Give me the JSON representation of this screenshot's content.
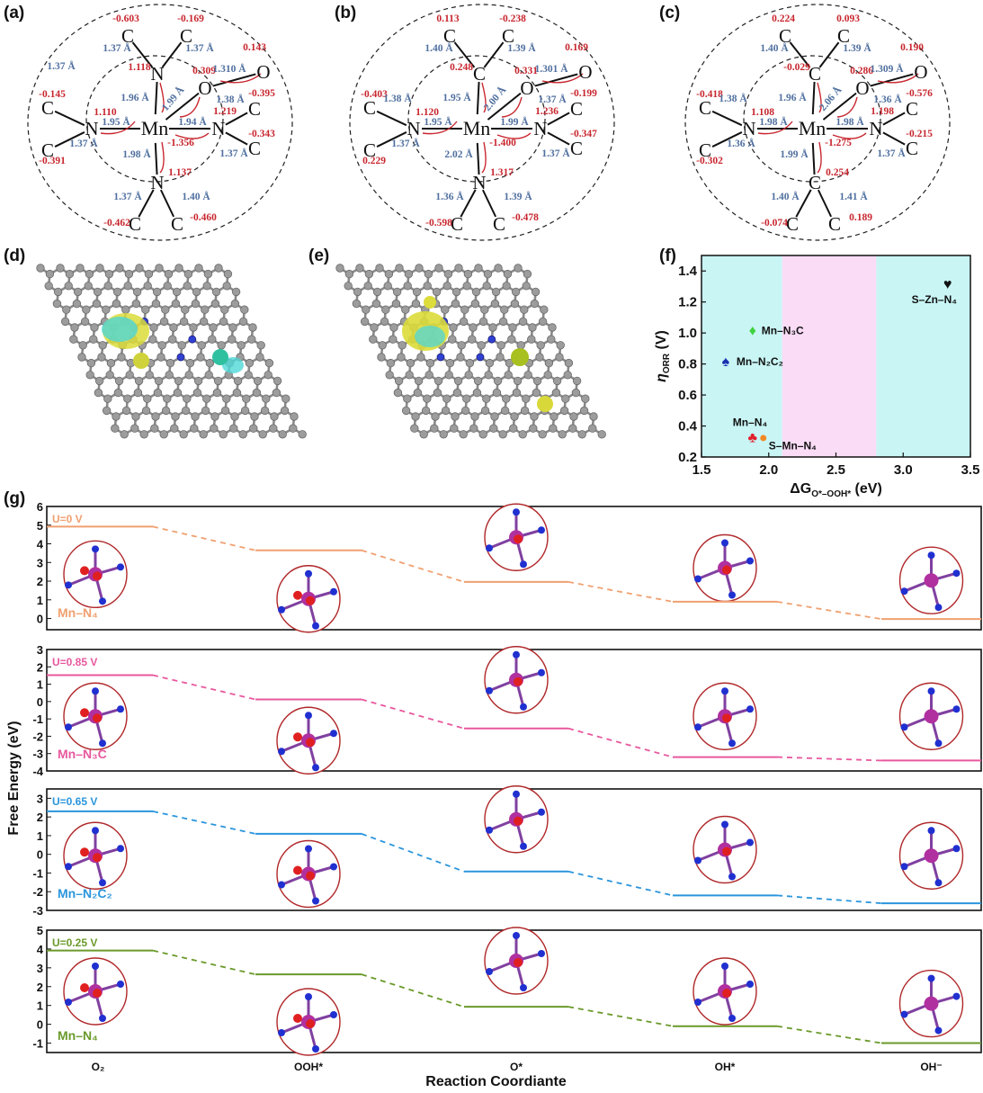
{
  "panel_labels": {
    "a": "(a)",
    "b": "(b)",
    "c": "(c)",
    "d": "(d)",
    "e": "(e)",
    "f": "(f)",
    "g": "(g)"
  },
  "molecules": [
    {
      "id": "a",
      "atoms": {
        "Mn": "Mn",
        "top": "N",
        "left": "N",
        "right": "N",
        "bottom": "N",
        "C_tl": "C",
        "C_tr": "C",
        "C_lu": "C",
        "C_ld": "C",
        "C_ru": "C",
        "C_rd": "C",
        "C_bl": "C",
        "C_br": "C",
        "O1": "O",
        "O2": "O"
      },
      "charges": {
        "c_tl": "-0.603",
        "c_tr": "-0.169",
        "o2": "0.143",
        "top": "1.118",
        "o1": "0.309",
        "c_lu": "-0.145",
        "left": "1.110",
        "right": "1.219",
        "c_ru": "-0.395",
        "c_rd": "-0.343",
        "mn": "-1.356",
        "c_ld": "-0.391",
        "bottom": "1.137",
        "c_bl": "-0.462",
        "c_br": "-0.460"
      },
      "bonds": {
        "b_tl": "1.37 Å",
        "b_tr": "1.37 Å",
        "b_extra": "1.37 Å",
        "b_oo": "1.310 Å",
        "b_top": "1.96 Å",
        "b_mo": "1.99 Å",
        "b_ru": "1.38 Å",
        "b_left": "1.95 Å",
        "b_right": "1.94 Å",
        "b_ld": "1.37 Å",
        "b_bottom": "1.98 Å",
        "b_rd": "1.37 Å",
        "b_bl": "1.37 Å",
        "b_br": "1.40 Å"
      }
    },
    {
      "id": "b",
      "atoms": {
        "Mn": "Mn",
        "top": "C",
        "left": "N",
        "right": "N",
        "bottom": "N",
        "C_tl": "C",
        "C_tr": "C",
        "C_lu": "C",
        "C_ld": "C",
        "C_ru": "C",
        "C_rd": "C",
        "C_bl": "C",
        "C_br": "C",
        "O1": "O",
        "O2": "O"
      },
      "charges": {
        "c_tl": "0.113",
        "c_tr": "-0.238",
        "o2": "0.169",
        "top": "0.248",
        "o1": "0.331",
        "c_lu": "-0.403",
        "left": "1.120",
        "right": "1.236",
        "c_ru": "-0.199",
        "c_rd": "-0.347",
        "mn": "-1.400",
        "c_ld": "0.229",
        "bottom": "1.317",
        "c_bl": "-0.598",
        "c_br": "-0.478"
      },
      "bonds": {
        "b_tl": "1.40 Å",
        "b_tr": "1.39 Å",
        "b_lu": "1.38 Å",
        "b_oo": "1.301 Å",
        "b_top": "1.95 Å",
        "b_mo": "2.00 Å",
        "b_ru": "1.37 Å",
        "b_left": "1.95 Å",
        "b_right": "1.99 Å",
        "b_ld": "1.37 Å",
        "b_bottom": "2.02 Å",
        "b_rd": "1.37 Å",
        "b_bl": "1.36 Å",
        "b_br": "1.39 Å"
      }
    },
    {
      "id": "c",
      "atoms": {
        "Mn": "Mn",
        "top": "C",
        "left": "N",
        "right": "N",
        "bottom": "C",
        "C_tl": "C",
        "C_tr": "C",
        "C_lu": "C",
        "C_ld": "C",
        "C_ru": "C",
        "C_rd": "C",
        "C_bl": "C",
        "C_br": "C",
        "O1": "O",
        "O2": "O"
      },
      "charges": {
        "c_tl": "0.224",
        "c_tr": "0.093",
        "o2": "0.190",
        "top": "-0.029",
        "o1": "0.286",
        "c_lu": "-0.418",
        "left": "1.108",
        "right": "1.198",
        "c_ru": "-0.576",
        "c_rd": "-0.215",
        "mn": "-1.275",
        "c_ld": "-0.302",
        "bottom": "0.254",
        "c_bl": "-0.074",
        "c_br": "0.189"
      },
      "bonds": {
        "b_tl": "1.40 Å",
        "b_tr": "1.39 Å",
        "b_lu": "1.38 Å",
        "b_oo": "1.309 Å",
        "b_top": "1.96 Å",
        "b_mo": "2.06 Å",
        "b_ru": "1.36 Å",
        "b_left": "1.98 Å",
        "b_right": "1.98 Å",
        "b_ld": "1.36 Å",
        "b_bottom": "1.99 Å",
        "b_rd": "1.37 Å",
        "b_bl": "1.40 Å",
        "b_br": "1.41 Å"
      }
    }
  ],
  "colors": {
    "charge": "#c8262e",
    "bond": "#4f6f9f",
    "band_cyan": "#c9f5f5",
    "band_pink": "#fadcf7"
  },
  "chart_data": [
    {
      "id": "f",
      "type": "scatter",
      "xlabel_main": "ΔG",
      "xlabel_sub": "O*–OOH*",
      "xlabel_unit": " (eV)",
      "ylabel_main": "η",
      "ylabel_sub": "ORR",
      "ylabel_unit": " (V)",
      "xlim": [
        1.5,
        3.5
      ],
      "ylim": [
        0.2,
        1.5
      ],
      "xticks": [
        "1.5",
        "2.0",
        "2.5",
        "3.0",
        "3.5"
      ],
      "yticks": [
        "0.2",
        "0.4",
        "0.6",
        "0.8",
        "1.0",
        "1.2",
        "1.4"
      ],
      "bands": [
        {
          "from": 1.5,
          "to": 2.1,
          "color": "#c9f5f5"
        },
        {
          "from": 2.1,
          "to": 2.8,
          "color": "#fadcf7"
        },
        {
          "from": 2.8,
          "to": 3.5,
          "color": "#c9f5f5"
        }
      ],
      "points": [
        {
          "label": "Mn–N₃C",
          "x": 1.88,
          "y": 1.02,
          "marker": "♦",
          "color": "#3fd23f"
        },
        {
          "label": "Mn–N₂C₂",
          "x": 1.68,
          "y": 0.82,
          "marker": "♠",
          "color": "#1a2fb0"
        },
        {
          "label": "Mn–N₄",
          "x": 1.88,
          "y": 0.33,
          "marker": "♣",
          "color": "#e0202a"
        },
        {
          "label": "S–Mn–N₄",
          "x": 1.96,
          "y": 0.33,
          "marker": "●",
          "color": "#f08a24"
        },
        {
          "label": "S–Zn–N₄",
          "x": 3.33,
          "y": 1.32,
          "marker": "♥",
          "color": "#111111"
        }
      ]
    },
    {
      "id": "g",
      "type": "line",
      "ylabel": "Free Energy (eV)",
      "xlabel": "Reaction Coordiante",
      "categories": [
        "O₂",
        "OOH*",
        "O*",
        "OH*",
        "OH⁻"
      ],
      "series": [
        {
          "name": "Mn–N₄",
          "potential": "U=0 V",
          "color": "#f0a070",
          "ylim": [
            -0.6,
            6
          ],
          "yticks": [
            0,
            1,
            2,
            3,
            4,
            5,
            6
          ],
          "values": [
            4.92,
            3.65,
            1.96,
            0.9,
            -0.03
          ]
        },
        {
          "name": "Mn–N₃C",
          "potential": "U=0.85 V",
          "color": "#e8589e",
          "ylim": [
            -4,
            3
          ],
          "yticks": [
            -4,
            -3,
            -2,
            -1,
            0,
            1,
            2,
            3
          ],
          "values": [
            1.52,
            0.12,
            -1.55,
            -3.2,
            -3.4
          ]
        },
        {
          "name": "Mn–N₂C₂",
          "potential": "U=0.65 V",
          "color": "#2a95dc",
          "ylim": [
            -3,
            3.5
          ],
          "yticks": [
            -3,
            -2,
            -1,
            0,
            1,
            2,
            3
          ],
          "values": [
            2.3,
            1.1,
            -0.92,
            -2.2,
            -2.62
          ]
        },
        {
          "name": "Mn–N₄",
          "potential": "U=0.25 V",
          "color": "#6a9a2a",
          "ylim": [
            -1.5,
            5
          ],
          "yticks": [
            -1,
            0,
            1,
            2,
            3,
            4,
            5
          ],
          "values": [
            3.92,
            2.65,
            0.93,
            -0.1,
            -1.0
          ]
        }
      ]
    }
  ]
}
